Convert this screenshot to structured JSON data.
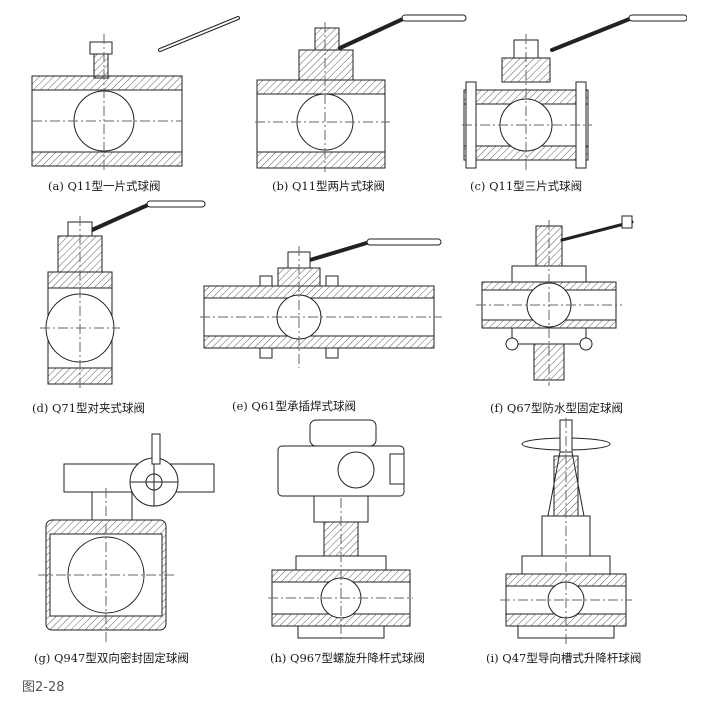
{
  "figure_label": "图2-28",
  "panels": [
    {
      "caption": "(a) Q11型一片式球阀"
    },
    {
      "caption": "(b) Q11型两片式球阀"
    },
    {
      "caption": "(c) Q11型三片式球阀"
    },
    {
      "caption": "(d) Q71型对夹式球阀"
    },
    {
      "caption": "(e) Q61型承插焊式球阀"
    },
    {
      "caption": "(f) Q67型防水型固定球阀"
    },
    {
      "caption": "(g) Q947型双向密封固定球阀"
    },
    {
      "caption": "(h) Q967型螺旋升降杆式球阀"
    },
    {
      "caption": "(i) Q47型导向槽式升降杆球阀"
    }
  ]
}
